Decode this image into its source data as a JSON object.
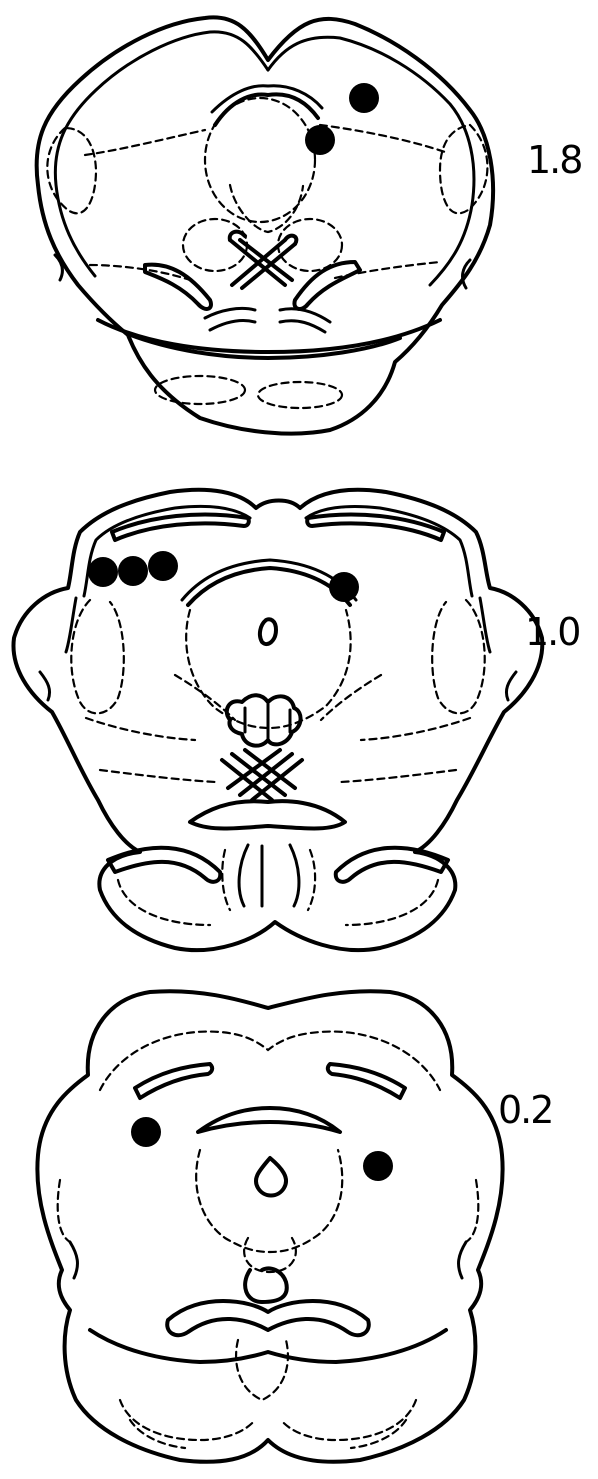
{
  "sections": [
    {
      "label": "1.8",
      "lesion_count": 2
    },
    {
      "label": "1.0",
      "lesion_count": 4
    },
    {
      "label": "0.2",
      "lesion_count": 2
    }
  ],
  "colors": {
    "ink": "#000000",
    "background": "#ffffff"
  }
}
